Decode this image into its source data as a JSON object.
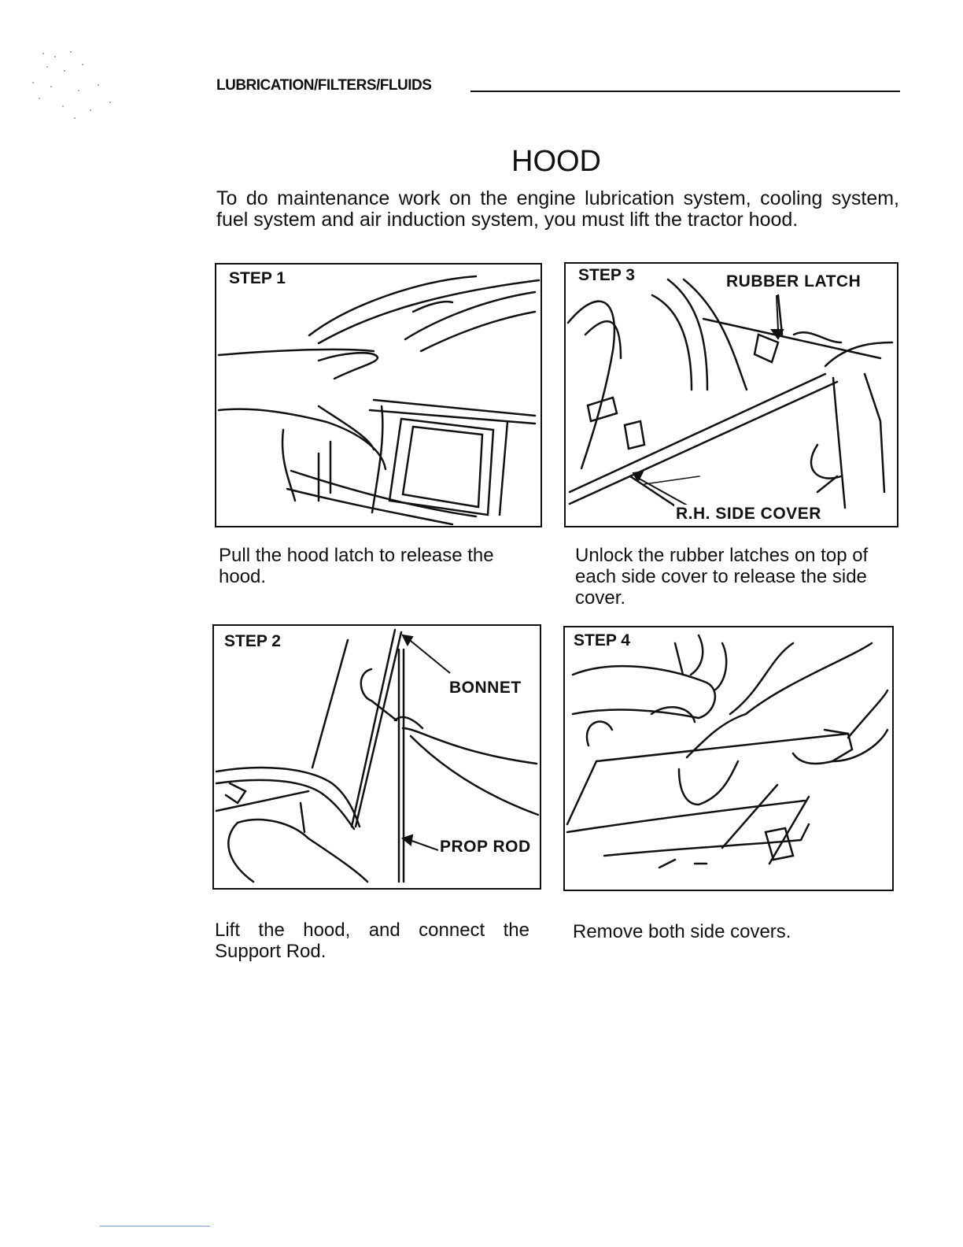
{
  "header": {
    "section": "LUBRICATION/FILTERS/FLUIDS"
  },
  "title": "HOOD",
  "intro": "To do maintenance work on the engine lubrication system, cooling system, fuel system and air induction system, you must lift the tractor hood.",
  "steps": [
    {
      "label": "STEP 1",
      "caption": "Pull the hood latch to release the hood.",
      "callouts": []
    },
    {
      "label": "STEP 3",
      "caption": "Unlock the rubber latches on top of each side cover to release the side cover.",
      "callouts": [
        "RUBBER LATCH",
        "R.H. SIDE COVER"
      ]
    },
    {
      "label": "STEP 2",
      "caption": "Lift the hood, and connect the Support Rod.",
      "callouts": [
        "BONNET",
        "PROP ROD"
      ]
    },
    {
      "label": "STEP 4",
      "caption": "Remove both side covers.",
      "callouts": []
    }
  ]
}
